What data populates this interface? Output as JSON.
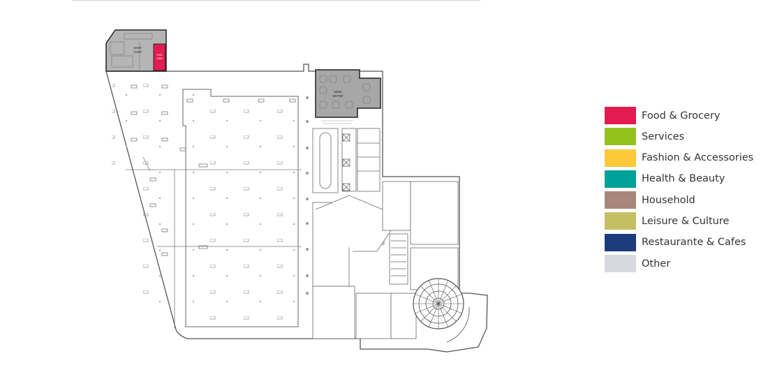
{
  "legend": {
    "items": [
      {
        "label": "Food & Grocery",
        "color": "#e31b51"
      },
      {
        "label": "Services",
        "color": "#95c11f"
      },
      {
        "label": "Fashion & Accessories",
        "color": "#fcc93a"
      },
      {
        "label": "Health & Beauty",
        "color": "#00a19a"
      },
      {
        "label": "Household",
        "color": "#a7877a"
      },
      {
        "label": "Leisure & Culture",
        "color": "#c5bf63"
      },
      {
        "label": "Restaurante & Cafes",
        "color": "#1d3c7e"
      },
      {
        "label": "Other",
        "color": "#d8d8e0"
      }
    ]
  },
  "map": {
    "units": [
      {
        "name": "unit-m000-upper",
        "category": "Other",
        "status": "occupied",
        "label": "M000\n725M²"
      },
      {
        "name": "unit-food-grocery-upper",
        "category": "Food & Grocery",
        "status": "highlighted",
        "label": "F000\n115M²"
      },
      {
        "name": "unit-m000-north",
        "category": "Other",
        "status": "occupied",
        "label": "M000\n5077M²"
      }
    ]
  }
}
